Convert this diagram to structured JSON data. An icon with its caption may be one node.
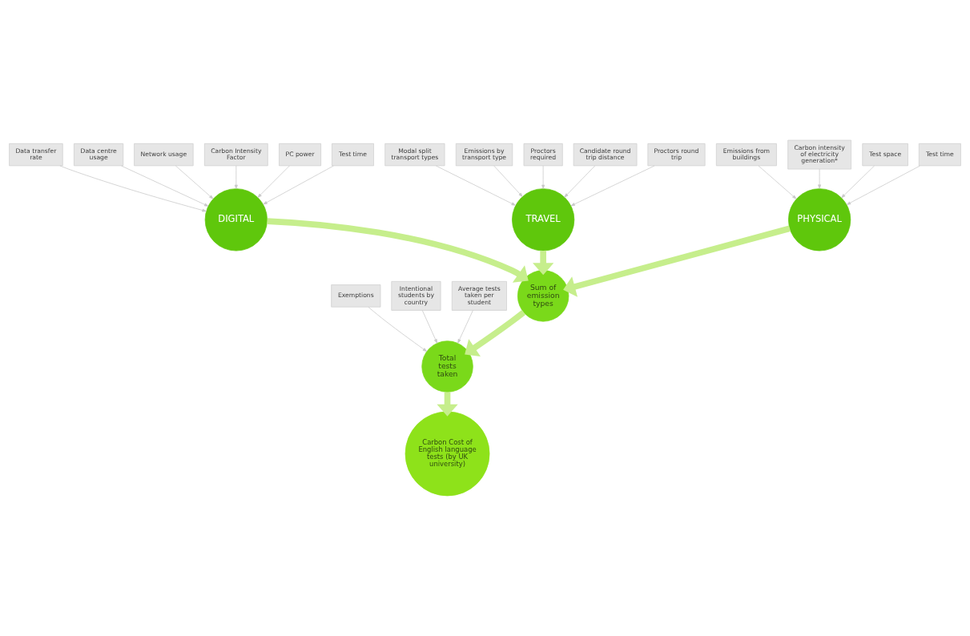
{
  "diagram": {
    "nodes": [
      {
        "text": [
          "PHYSICAL"
        ]
      },
      {
        "text": [
          "Emissions from buildings"
        ]
      },
      {
        "text": [
          "Carbon intensity of electricity generation*"
        ]
      },
      {
        "text": [
          "Test space"
        ]
      },
      {
        "text": [
          "Test time"
        ]
      },
      {
        "text": [
          "DIGITAL"
        ]
      },
      {
        "text": [
          "Data transfer rate"
        ]
      },
      {
        "text": [
          "Data centre usage"
        ]
      },
      {
        "text": [
          "Network usage"
        ]
      },
      {
        "text": [
          "Carbon Intensity Factor"
        ]
      },
      {
        "text": [
          "PC power"
        ]
      },
      {
        "text": [
          "Test time"
        ]
      },
      {
        "text": [
          "TRAVEL"
        ]
      },
      {
        "text": [
          "Modal split transport types"
        ]
      },
      {
        "text": [
          "Emissions by transport type"
        ]
      },
      {
        "text": [
          "Proctors required"
        ]
      },
      {
        "text": [
          "Candidate round trip distance"
        ]
      },
      {
        "text": [
          "Proctors round trip"
        ]
      },
      {
        "text": [
          "Sum of emission types"
        ]
      },
      {
        "text": [
          "Exemptions"
        ]
      },
      {
        "text": [
          "Intentional students by country"
        ]
      },
      {
        "text": [
          "Average tests taken per student"
        ]
      },
      {
        "text": [
          "Total tests taken"
        ]
      },
      {
        "text": [
          "Carbon Cost of English language tests (by UK university)"
        ]
      }
    ],
    "edges": [
      {
        "from": 1,
        "to": 0,
        "arrow": "to"
      },
      {
        "from": 2,
        "to": 0,
        "arrow": "to"
      },
      {
        "from": 3,
        "to": 0,
        "arrow": "to"
      },
      {
        "from": 4,
        "to": 0,
        "arrow": "to"
      },
      {
        "from": 6,
        "to": 5,
        "arrow": "to"
      },
      {
        "from": 7,
        "to": 5,
        "arrow": "to"
      },
      {
        "from": 8,
        "to": 5,
        "arrow": "to"
      },
      {
        "from": 9,
        "to": 5,
        "arrow": "to"
      },
      {
        "from": 10,
        "to": 5,
        "arrow": "to"
      },
      {
        "from": 11,
        "to": 5,
        "arrow": "to"
      },
      {
        "from": 13,
        "to": 12,
        "arrow": "to"
      },
      {
        "from": 14,
        "to": 12,
        "arrow": "to"
      },
      {
        "from": 15,
        "to": 12,
        "arrow": "to"
      },
      {
        "from": 16,
        "to": 12,
        "arrow": "to"
      },
      {
        "from": 17,
        "to": 12,
        "arrow": "to"
      },
      {
        "from": 0,
        "to": 18,
        "arrow": "to",
        "style": "thick",
        "color": "#c6ee8c"
      },
      {
        "from": 5,
        "to": 18,
        "arrow": "to",
        "style": "thick",
        "color": "#c6ee8c"
      },
      {
        "from": 12,
        "to": 18,
        "arrow": "to",
        "style": "thick",
        "color": "#c6ee8c"
      },
      {
        "from": 18,
        "to": 22,
        "arrow": "to",
        "style": "thick",
        "color": "#c6ee8c"
      },
      {
        "from": 19,
        "to": 22,
        "arrow": "to"
      },
      {
        "from": 20,
        "to": 22,
        "arrow": "to"
      },
      {
        "from": 21,
        "to": 22,
        "arrow": "to"
      },
      {
        "from": 22,
        "to": 23,
        "arrow": "to",
        "style": "thick",
        "color": "#c6ee8c"
      }
    ]
  }
}
